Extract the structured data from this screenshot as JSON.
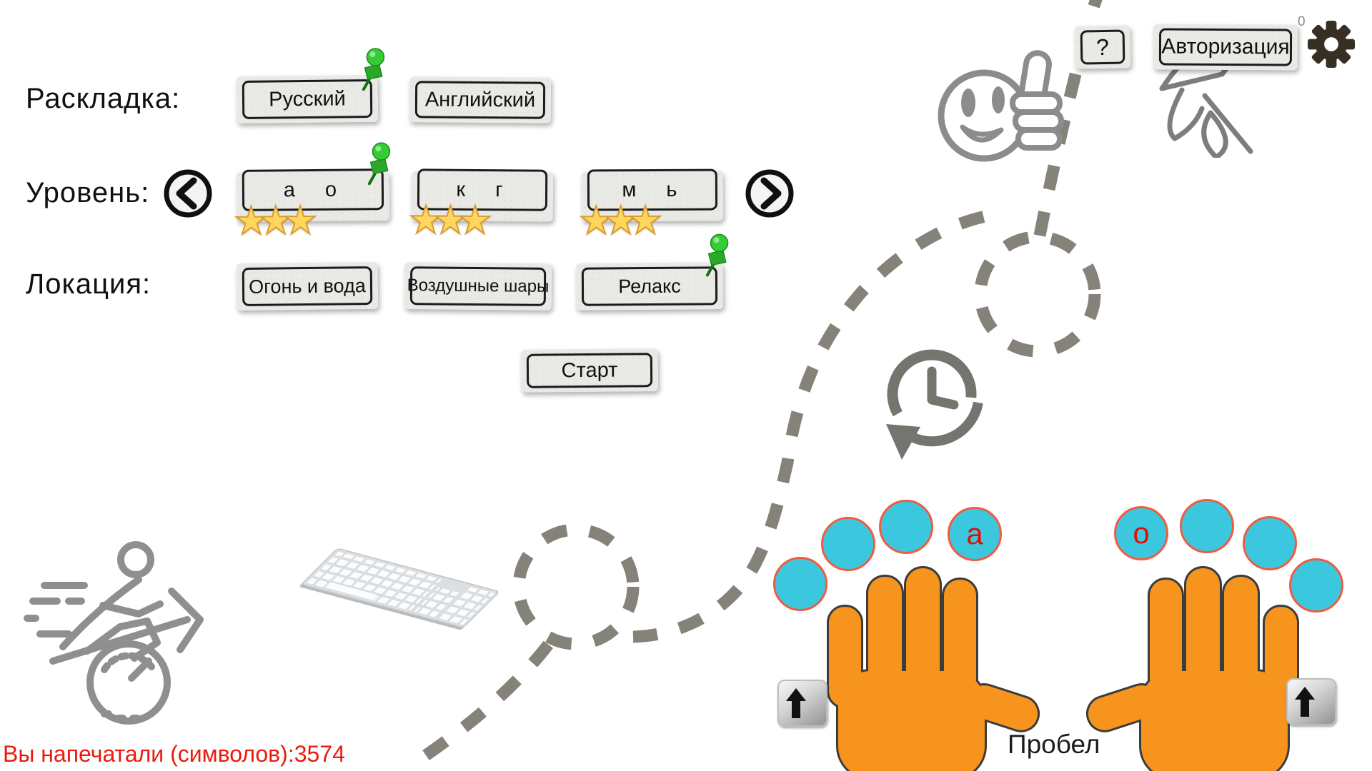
{
  "rows": {
    "layout": {
      "label": "Раскладка:",
      "buttons": [
        {
          "label": "Русский",
          "pinned": true
        },
        {
          "label": "Английский",
          "pinned": false
        }
      ]
    },
    "level": {
      "label": "Уровень:",
      "buttons": [
        {
          "label": "а о",
          "stars": 3,
          "pinned": true
        },
        {
          "label": "к г",
          "stars": 3,
          "pinned": false
        },
        {
          "label": "м ь",
          "stars": 3,
          "pinned": false
        }
      ]
    },
    "location": {
      "label": "Локация:",
      "buttons": [
        {
          "label": "Огонь и вода",
          "pinned": false
        },
        {
          "label": "Воздушные шары",
          "pinned": false
        },
        {
          "label": "Релакс",
          "pinned": true
        }
      ]
    }
  },
  "start_button": {
    "label": "Старт"
  },
  "topbar": {
    "help_label": "?",
    "auth_label": "Авторизация",
    "auth_badge": "0"
  },
  "stats": {
    "typed_text": "Вы напечатали (символов):3574"
  },
  "hands": {
    "left_letter": "а",
    "right_letter": "о",
    "space_label": "Пробел"
  },
  "glyphs": {
    "star": "★"
  },
  "icons": [
    "question-help",
    "authorization",
    "settings-gear",
    "thumbs-up-smiley",
    "history-clock",
    "keyboard",
    "running-speed",
    "rocket-outline",
    "green-pin",
    "shift-key",
    "prev-arrow",
    "next-arrow"
  ],
  "colors": {
    "hand_orange": "#f7941e",
    "circle_cyan": "#3bc8df",
    "circle_border": "#f15b40",
    "letter_red": "#e30d00",
    "pin_green": "#2eb62e",
    "counter_red": "#ea1a0e",
    "sketch_gray": "#8c8c8c",
    "dash_gray": "#85827a",
    "paper_gray": "#e9e9e6",
    "ink": "#1b1b1b"
  }
}
